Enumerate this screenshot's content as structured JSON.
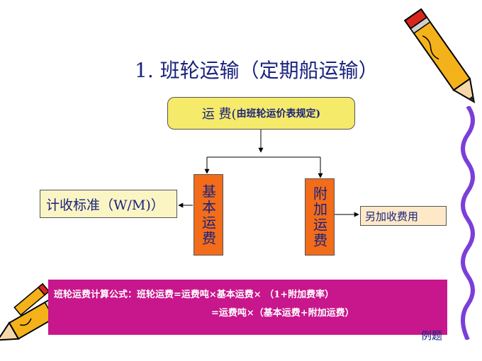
{
  "title": "1. 班轮运输（定期船运输）",
  "freight_box": {
    "label_main": "运  费(",
    "label_note": "由班轮运价表规定)"
  },
  "standard_box": {
    "label": "计收标准（W/M)）"
  },
  "base_freight_box": {
    "label": "基本运费"
  },
  "additional_freight_box": {
    "label": "附加运费"
  },
  "extra_fee_box": {
    "label": "另加收费用"
  },
  "formula": {
    "line1": "班轮运费计算公式：班轮运费=运费吨×基本运费×  （1+附加费率）",
    "line2": "=运费吨×（基本运费+附加运费）"
  },
  "example_link": "例题",
  "colors": {
    "title": "#1a237e",
    "top_box": "#f5ea6a",
    "side_box": "#fbf5c4",
    "orange_box": "#f26c1a",
    "formula_panel": "#c8168c"
  }
}
